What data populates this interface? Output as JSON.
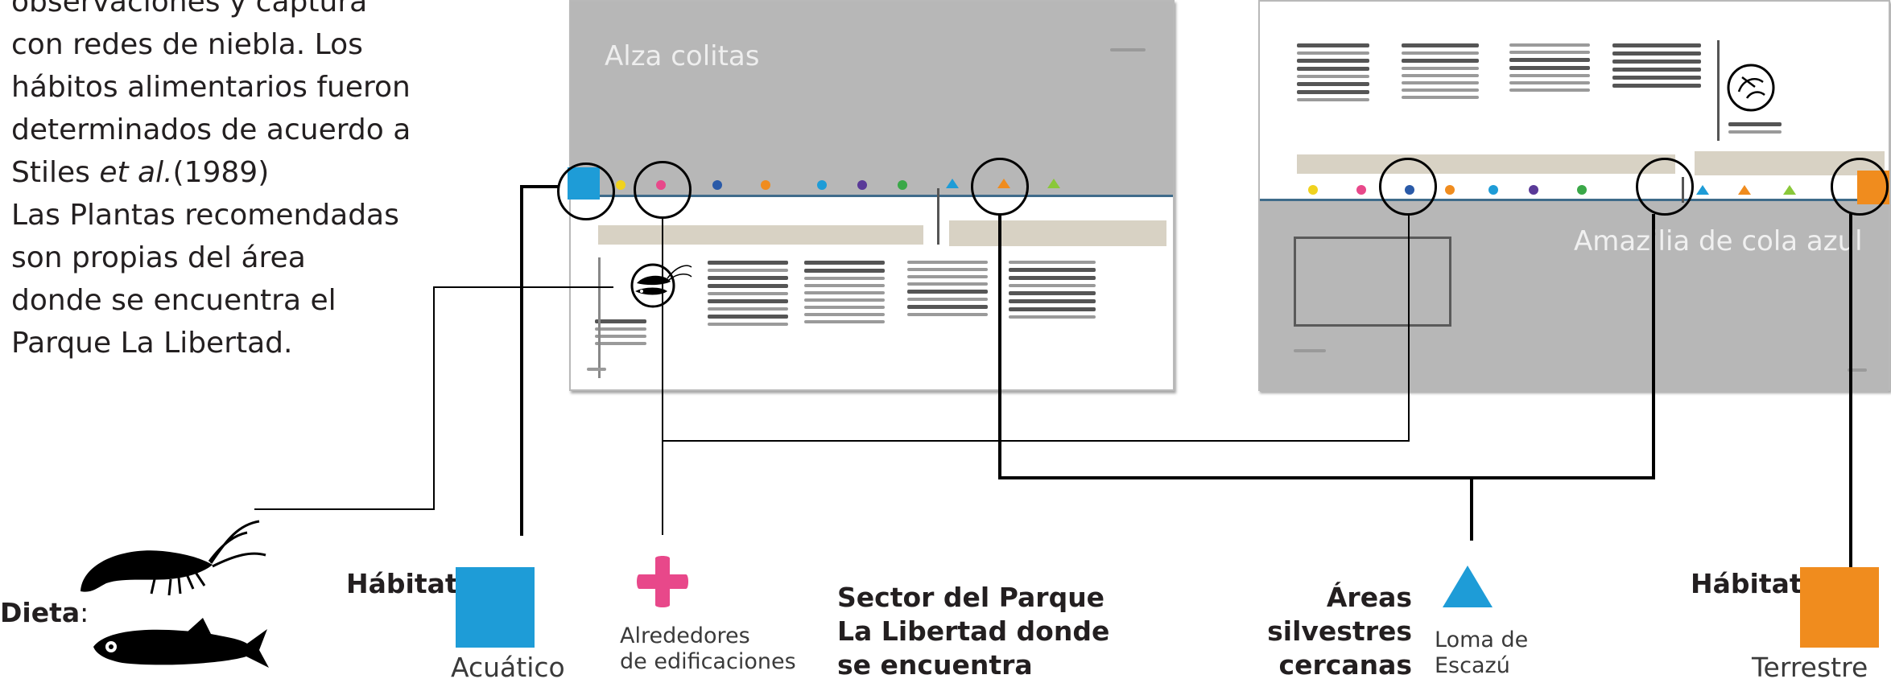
{
  "intro": {
    "lines": [
      "observaciones y captura",
      "con redes de niebla. Los",
      "hábitos alimentarios fueron",
      "determinados de acuerdo a",
      "Las Plantas recomendadas",
      "son  propias del área",
      "donde se encuentra el",
      "Parque La Libertad."
    ],
    "citation_author": "Stiles ",
    "citation_etal": "et al.",
    "citation_year": "(1989)"
  },
  "left_page": {
    "title": "Alza colitas"
  },
  "right_page": {
    "title": "Amazilia de cola azul"
  },
  "legend": {
    "diet_label": "Dieta",
    "diet_colon": ":",
    "habitat_left_label": "Hábitat",
    "habitat_left_value": "Acuático",
    "sector_value_line1": "Alrededores",
    "sector_value_line2": "de edificaciones",
    "sector_heading_line1": "Sector del Parque",
    "sector_heading_line2": "La Libertad donde",
    "sector_heading_line3": "se encuentra",
    "areas_line1": "Áreas",
    "areas_line2": "silvestres",
    "areas_line3": "cercanas",
    "areas_value_line1": "Loma de",
    "areas_value_line2": "Escazú",
    "habitat_right_label": "Hábitat",
    "habitat_right_value": "Terrestre"
  },
  "colors": {
    "acuatico": "#1e9cd7",
    "edificaciones": "#e8488a",
    "terrestre": "#f08c1e",
    "triangle": "#1e9cd7",
    "page_grey": "#b7b7b7"
  },
  "icons": [
    "shrimp-icon",
    "fish-icon",
    "plus-shape-icon",
    "triangle-icon",
    "bird-icon"
  ]
}
